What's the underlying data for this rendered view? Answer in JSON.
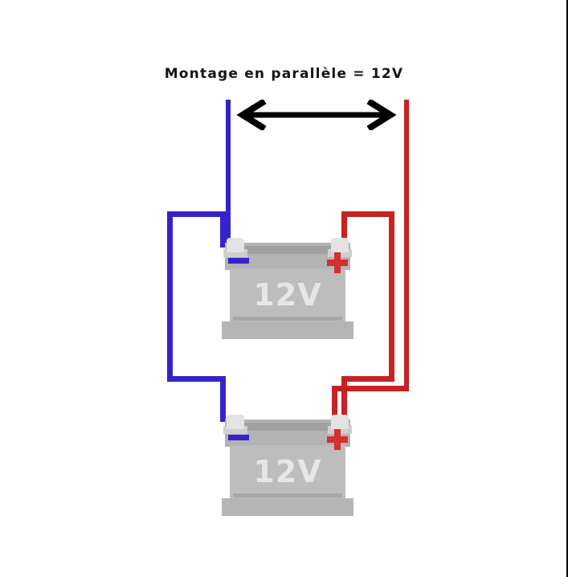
{
  "diagram": {
    "title": "Montage en parallèle = 12V",
    "arrow": {
      "name": "double-headed-arrow",
      "color": "#000000",
      "meaning": "voltage measured across the parallel pack"
    },
    "colors": {
      "negative_wire": "#3423c8",
      "positive_wire": "#c62222",
      "battery_body": "#bdbdbd",
      "battery_top": "#b3b3b3",
      "battery_label": "#e6e6e6",
      "background": "#ffffff"
    },
    "batteries": [
      {
        "id": "battery-top",
        "label": "12V",
        "negative_sign": "−",
        "positive_sign": "+"
      },
      {
        "id": "battery-bottom",
        "label": "12V",
        "negative_sign": "−",
        "positive_sign": "+"
      }
    ],
    "wiring": {
      "type": "parallel",
      "negative_link": "negative terminal of battery 1 to negative terminal of battery 2",
      "positive_link": "positive terminal of battery 1 to positive terminal of battery 2",
      "output_voltage": "12V"
    }
  }
}
